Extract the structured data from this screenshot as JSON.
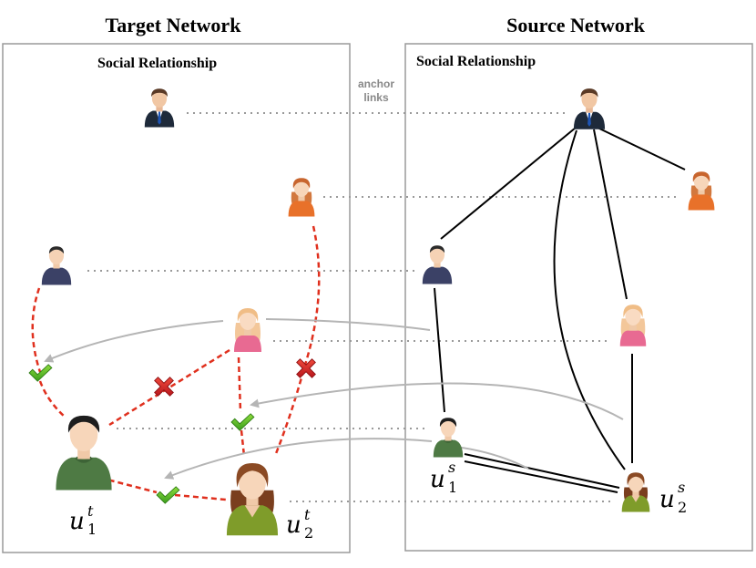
{
  "headers": {
    "target_network": "Target Network",
    "source_network": "Source Network"
  },
  "panels": {
    "target_relationship": "Social Relationship",
    "source_relationship": "Social Relationship"
  },
  "anchor_label": {
    "line1": "anchor",
    "line2": "links"
  },
  "users": {
    "u1t": {
      "base": "u",
      "sub": "1",
      "sup": "t"
    },
    "u2t": {
      "base": "u",
      "sub": "2",
      "sup": "t"
    },
    "u1s": {
      "base": "u",
      "sub": "1",
      "sup": "s"
    },
    "u2s": {
      "base": "u",
      "sub": "2",
      "sup": "s"
    }
  },
  "colors": {
    "predicted_link": "#e0301e",
    "existing_link": "#000000",
    "anchor_link": "#9a9a9a",
    "transfer_arrow": "#b5b5b5",
    "check": "#5cb82a",
    "cross": "#d8262c"
  },
  "icons": {
    "correct": "check-icon",
    "wrong": "cross-icon",
    "user": "person-icon"
  }
}
